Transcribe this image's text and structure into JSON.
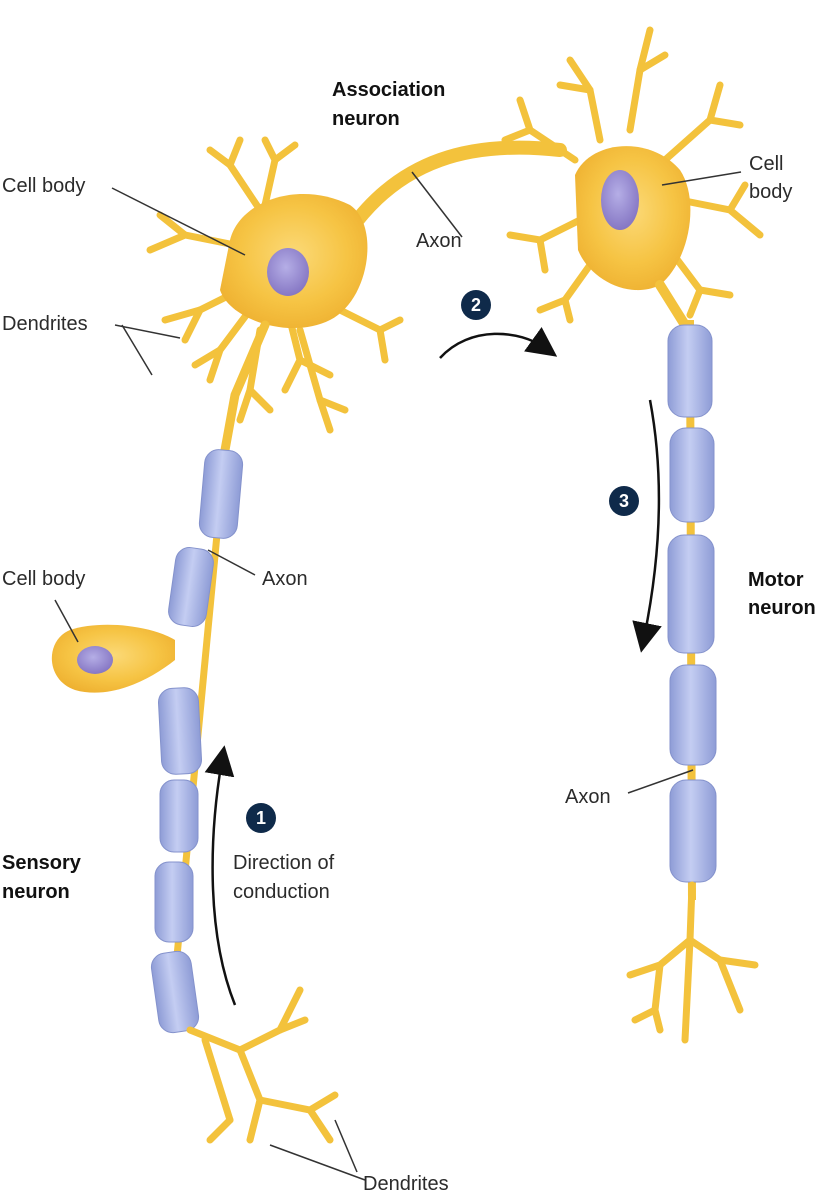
{
  "labels": {
    "association_neuron_1": "Association",
    "association_neuron_2": "neuron",
    "cell_body_assoc": "Cell body",
    "dendrites_assoc": "Dendrites",
    "axon_assoc": "Axon",
    "cell_body_motor_1": "Cell",
    "cell_body_motor_2": "body",
    "cell_body_sensory": "Cell body",
    "axon_sensory": "Axon",
    "motor_neuron_1": "Motor",
    "motor_neuron_2": "neuron",
    "axon_motor": "Axon",
    "direction_1": "Direction of",
    "direction_2": "conduction",
    "sensory_neuron_1": "Sensory",
    "sensory_neuron_2": "neuron",
    "dendrites_sensory": "Dendrites"
  },
  "steps": [
    "1",
    "2",
    "3"
  ],
  "colors": {
    "cell_body": "#f7c94a",
    "cell_body_light": "#fde7a0",
    "myelin": "#aab6e4",
    "nucleus": "#9a8fd0",
    "step_badge": "#0f2a4a"
  }
}
